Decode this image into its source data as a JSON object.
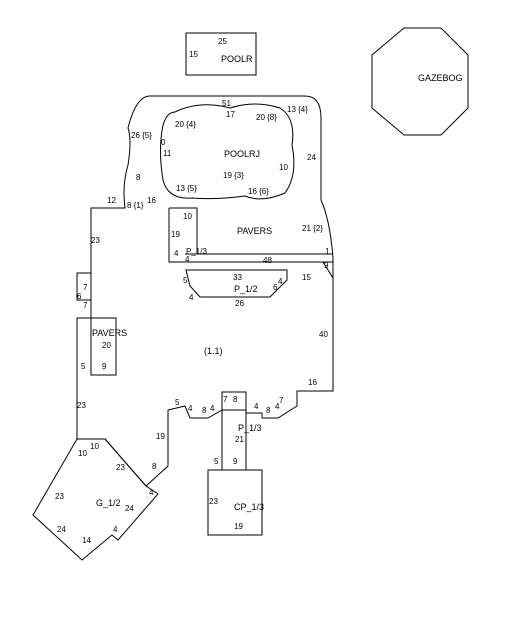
{
  "areas": {
    "poolr": "POOLR",
    "gazebo": "GAZEBOG",
    "poolrj": "POOLRJ",
    "pavers_top": "PAVERS",
    "pavers_left": "PAVERS",
    "p13_top": "P_1/3",
    "p12": "P_1/2",
    "main": "(1.1)",
    "p13_bottom": "P_1/3",
    "g12": "G_1/2",
    "cp13": "CP_1/3"
  },
  "dims": {
    "poolr_top": "25",
    "poolr_left": "15",
    "j_top": "51",
    "j_top2": "17",
    "j_left_note": "20 {4}",
    "j_right_note": "20 {8}",
    "j_left_edge": "0",
    "j_left_11": "11",
    "j_right_10": "10",
    "j_mid": "19 {3}",
    "j_bl": "13 {5}",
    "j_br": "16 {6}",
    "o_tr": "13 {4}",
    "o_left": "26 {5}",
    "o_right": "24",
    "o_8": "8",
    "o_12": "12",
    "o_8b": "8 {1}",
    "o_16": "16",
    "pv_10": "10",
    "pv_19": "19",
    "pv_4": "4",
    "pv_21": "21 {2}",
    "pv_1": "1",
    "pv_48": "48",
    "pv_15": "15",
    "pv_9": "9",
    "pv_4b": "4",
    "p12_33": "33",
    "p12_5": "5",
    "p12_4": "4",
    "p12_6": "6",
    "p12_4b": "4",
    "p12_26": "26",
    "l_23": "23",
    "l_7a": "7",
    "l_6": "6",
    "l_7b": "7",
    "l_20": "20",
    "l_5": "5",
    "l_9": "9",
    "l_23b": "23",
    "m_40": "40",
    "m_16": "16",
    "m_5": "5",
    "m_4": "4",
    "m_8": "8",
    "m_4b": "4",
    "m_7": "7",
    "m_8b": "8",
    "m_4c": "4",
    "m_8c": "8",
    "m_4d": "4",
    "m_7b": "7",
    "m_19": "19",
    "m_8d": "8",
    "m_21": "21",
    "m_5b": "5",
    "m_9": "9",
    "g_10": "10",
    "g_10b": "10",
    "g_23": "23",
    "g_23b": "23",
    "g_24": "24",
    "g_4": "4",
    "g_24b": "24",
    "g_14": "14",
    "g_4b": "4",
    "cp_23": "23",
    "cp_19": "19"
  }
}
